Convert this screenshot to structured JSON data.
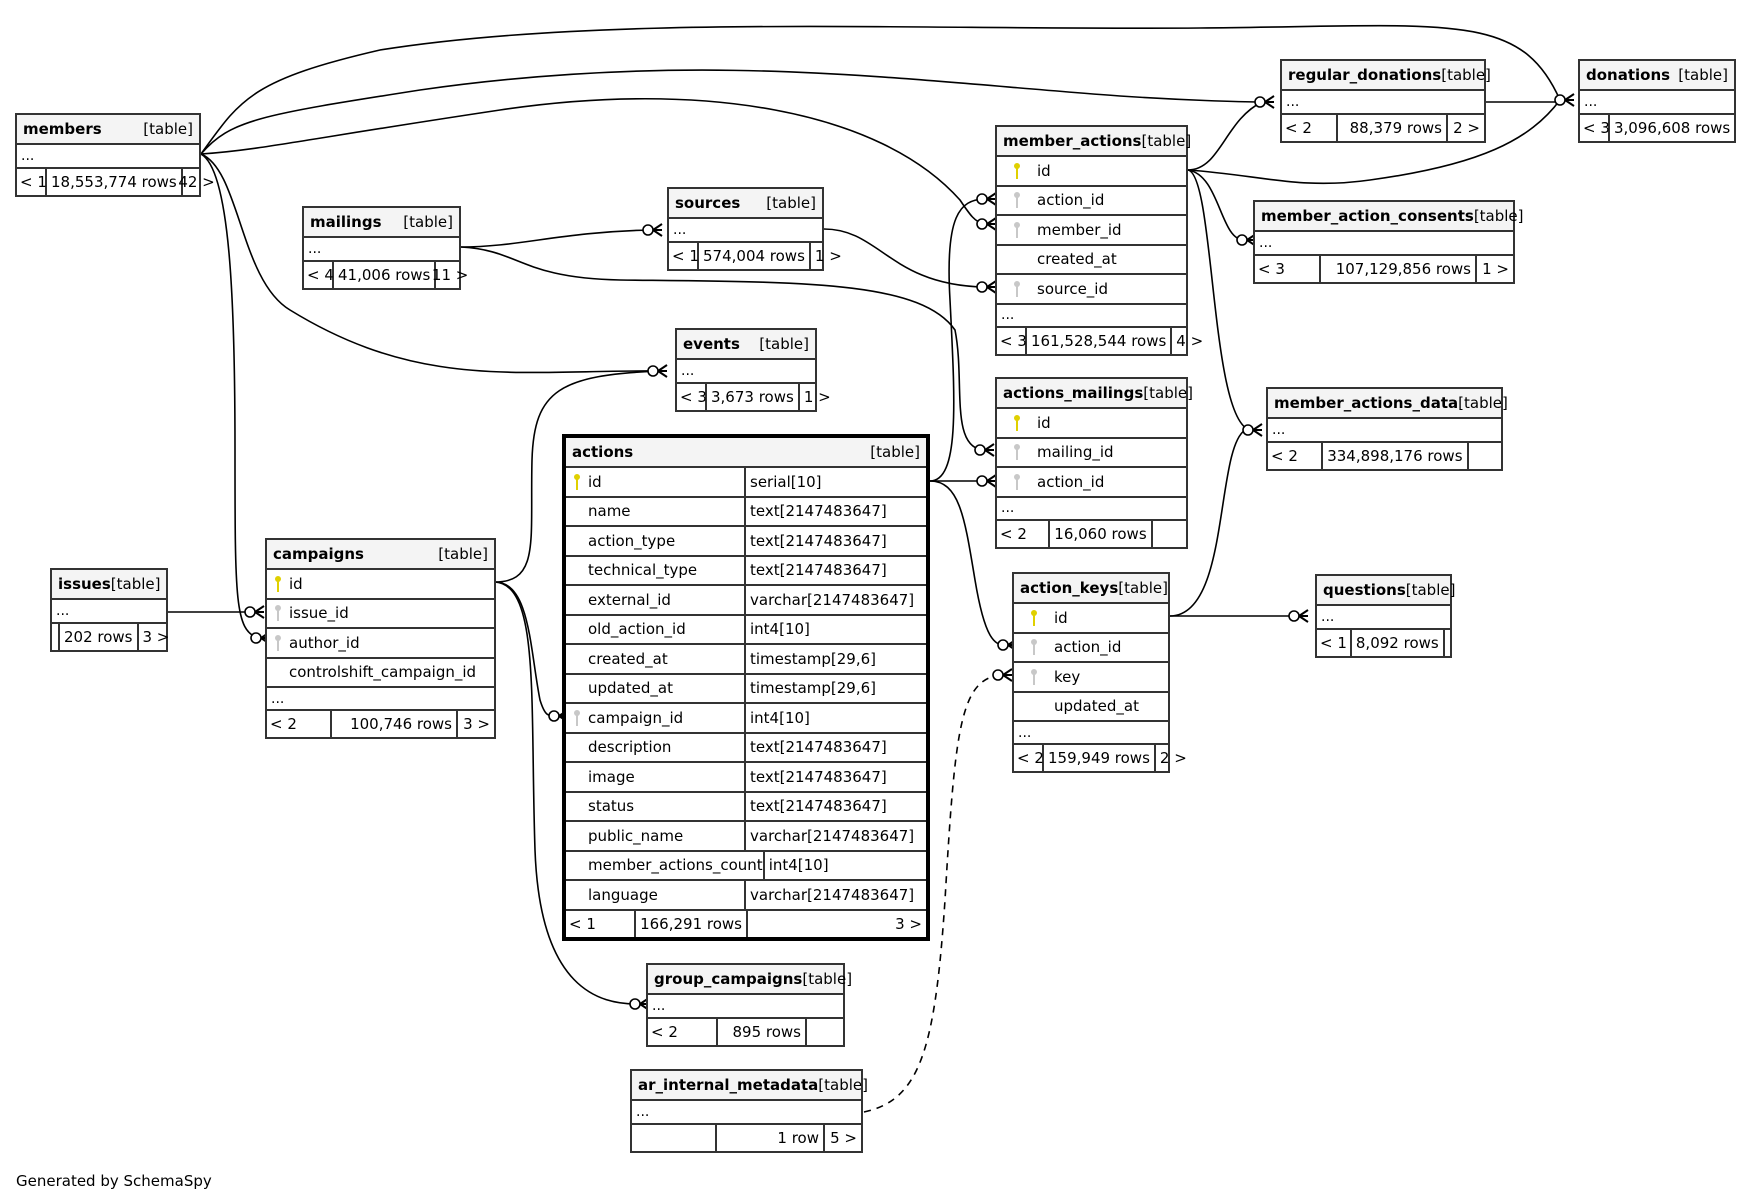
{
  "footer": "Generated by SchemaSpy",
  "kind_label": "[table]",
  "tables": {
    "members": {
      "name": "members",
      "ellipsis": "...",
      "left": "< 1",
      "rows": "18,553,774 rows",
      "right": "42 >"
    },
    "mailings": {
      "name": "mailings",
      "ellipsis": "...",
      "left": "< 4",
      "rows": "41,006 rows",
      "right": "11 >"
    },
    "sources": {
      "name": "sources",
      "ellipsis": "...",
      "left": "< 1",
      "rows": "574,004 rows",
      "right": "1 >"
    },
    "events": {
      "name": "events",
      "ellipsis": "...",
      "left": "< 3",
      "rows": "3,673 rows",
      "right": "1 >"
    },
    "issues": {
      "name": "issues",
      "ellipsis": "...",
      "left": "",
      "rows": "202 rows",
      "right": "3 >"
    },
    "campaigns": {
      "name": "campaigns",
      "columns": [
        {
          "name": "id",
          "key": "pk"
        },
        {
          "name": "issue_id",
          "key": "fk"
        },
        {
          "name": "author_id",
          "key": "fk"
        },
        {
          "name": "controlshift_campaign_id",
          "key": ""
        }
      ],
      "ellipsis": "...",
      "left": "< 2",
      "rows": "100,746 rows",
      "right": "3 >"
    },
    "actions": {
      "name": "actions",
      "columns": [
        {
          "name": "id",
          "type": "serial[10]",
          "key": "pk"
        },
        {
          "name": "name",
          "type": "text[2147483647]",
          "key": ""
        },
        {
          "name": "action_type",
          "type": "text[2147483647]",
          "key": ""
        },
        {
          "name": "technical_type",
          "type": "text[2147483647]",
          "key": ""
        },
        {
          "name": "external_id",
          "type": "varchar[2147483647]",
          "key": ""
        },
        {
          "name": "old_action_id",
          "type": "int4[10]",
          "key": ""
        },
        {
          "name": "created_at",
          "type": "timestamp[29,6]",
          "key": ""
        },
        {
          "name": "updated_at",
          "type": "timestamp[29,6]",
          "key": ""
        },
        {
          "name": "campaign_id",
          "type": "int4[10]",
          "key": "fk"
        },
        {
          "name": "description",
          "type": "text[2147483647]",
          "key": ""
        },
        {
          "name": "image",
          "type": "text[2147483647]",
          "key": ""
        },
        {
          "name": "status",
          "type": "text[2147483647]",
          "key": ""
        },
        {
          "name": "public_name",
          "type": "varchar[2147483647]",
          "key": ""
        },
        {
          "name": "member_actions_count",
          "type": "int4[10]",
          "key": ""
        },
        {
          "name": "language",
          "type": "varchar[2147483647]",
          "key": ""
        }
      ],
      "left": "< 1",
      "rows": "166,291 rows",
      "right": "3 >"
    },
    "group_campaigns": {
      "name": "group_campaigns",
      "ellipsis": "...",
      "left": "< 2",
      "rows": "895 rows",
      "right": ""
    },
    "ar_internal_metadata": {
      "name": "ar_internal_metadata",
      "ellipsis": "...",
      "left": "",
      "rows": "1 row",
      "right": "5 >"
    },
    "member_actions": {
      "name": "member_actions",
      "columns": [
        {
          "name": "id",
          "key": "pk"
        },
        {
          "name": "action_id",
          "key": "fk"
        },
        {
          "name": "member_id",
          "key": "fk"
        },
        {
          "name": "created_at",
          "key": ""
        },
        {
          "name": "source_id",
          "key": "fk"
        }
      ],
      "ellipsis": "...",
      "left": "< 3",
      "rows": "161,528,544 rows",
      "right": "4 >"
    },
    "actions_mailings": {
      "name": "actions_mailings",
      "columns": [
        {
          "name": "id",
          "key": "pk"
        },
        {
          "name": "mailing_id",
          "key": "fk"
        },
        {
          "name": "action_id",
          "key": "fk"
        }
      ],
      "ellipsis": "...",
      "left": "< 2",
      "rows": "16,060 rows",
      "right": ""
    },
    "action_keys": {
      "name": "action_keys",
      "columns": [
        {
          "name": "id",
          "key": "pk"
        },
        {
          "name": "action_id",
          "key": "fk"
        },
        {
          "name": "key",
          "key": "fk"
        },
        {
          "name": "updated_at",
          "key": ""
        }
      ],
      "ellipsis": "...",
      "left": "< 2",
      "rows": "159,949 rows",
      "right": "2 >"
    },
    "regular_donations": {
      "name": "regular_donations",
      "ellipsis": "...",
      "left": "< 2",
      "rows": "88,379 rows",
      "right": "2 >"
    },
    "donations": {
      "name": "donations",
      "ellipsis": "...",
      "left": "< 3",
      "rows": "3,096,608 rows",
      "right": ""
    },
    "member_action_consents": {
      "name": "member_action_consents",
      "ellipsis": "...",
      "left": "< 3",
      "rows": "107,129,856 rows",
      "right": "1 >"
    },
    "member_actions_data": {
      "name": "member_actions_data",
      "ellipsis": "...",
      "left": "< 2",
      "rows": "334,898,176 rows",
      "right": ""
    },
    "questions": {
      "name": "questions",
      "ellipsis": "...",
      "left": "< 1",
      "rows": "8,092 rows",
      "right": ""
    }
  },
  "relationships": [
    {
      "from": "members",
      "to": "regular_donations"
    },
    {
      "from": "members",
      "to": "donations"
    },
    {
      "from": "members",
      "to": "member_actions.member_id"
    },
    {
      "from": "members",
      "to": "events"
    },
    {
      "from": "members",
      "to": "campaigns.author_id"
    },
    {
      "from": "mailings",
      "to": "sources"
    },
    {
      "from": "mailings",
      "to": "actions_mailings.mailing_id"
    },
    {
      "from": "sources",
      "to": "member_actions.source_id"
    },
    {
      "from": "issues",
      "to": "campaigns.issue_id"
    },
    {
      "from": "campaigns.id",
      "to": "events"
    },
    {
      "from": "campaigns.id",
      "to": "actions.campaign_id"
    },
    {
      "from": "campaigns.id",
      "to": "group_campaigns"
    },
    {
      "from": "actions.id",
      "to": "member_actions.action_id"
    },
    {
      "from": "actions.id",
      "to": "actions_mailings.action_id"
    },
    {
      "from": "actions.id",
      "to": "action_keys.action_id"
    },
    {
      "from": "ar_internal_metadata",
      "to": "action_keys.key",
      "style": "dashed"
    },
    {
      "from": "member_actions.id",
      "to": "regular_donations"
    },
    {
      "from": "member_actions.id",
      "to": "donations"
    },
    {
      "from": "member_actions.id",
      "to": "member_action_consents"
    },
    {
      "from": "member_actions.id",
      "to": "member_actions_data"
    },
    {
      "from": "regular_donations",
      "to": "donations"
    },
    {
      "from": "action_keys.id",
      "to": "member_actions_data"
    },
    {
      "from": "action_keys.id",
      "to": "questions"
    }
  ]
}
